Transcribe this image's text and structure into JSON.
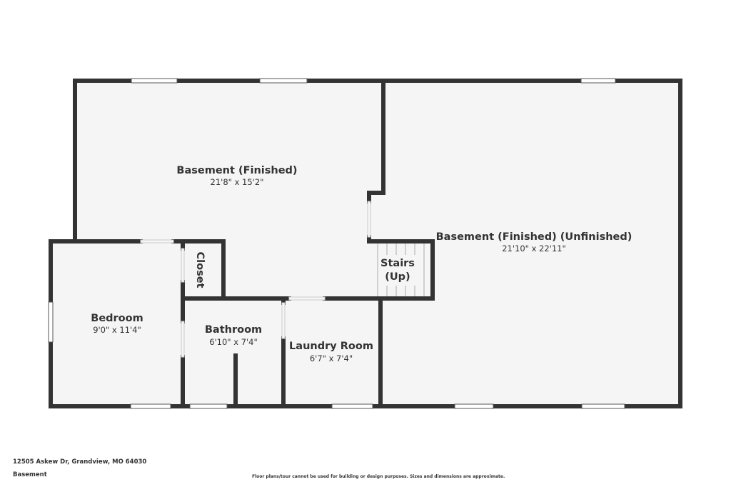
{
  "colors": {
    "wall": "#333333",
    "floor": "#f5f5f5",
    "window": "#ffffff",
    "text": "#333333"
  },
  "rooms": {
    "basement_finished": {
      "name": "Basement (Finished)",
      "dims": "21'8\" x 15'2\""
    },
    "basement_unfinished": {
      "name": "Basement (Finished) (Unfinished)",
      "dims": "21'10\" x 22'11\""
    },
    "stairs": {
      "name_line1": "Stairs",
      "name_line2": "(Up)"
    },
    "closet": {
      "name": "Closet"
    },
    "bedroom": {
      "name": "Bedroom",
      "dims": "9'0\" x 11'4\""
    },
    "bathroom": {
      "name": "Bathroom",
      "dims": "6'10\" x 7'4\""
    },
    "laundry": {
      "name": "Laundry Room",
      "dims": "6'7\" x 7'4\""
    }
  },
  "footer": {
    "address": "12505 Askew Dr, Grandview, MO 64030",
    "level": "Basement",
    "disclaimer": "Floor plans/tour cannot be used for building or design purposes. Sizes and dimensions are approximate."
  }
}
